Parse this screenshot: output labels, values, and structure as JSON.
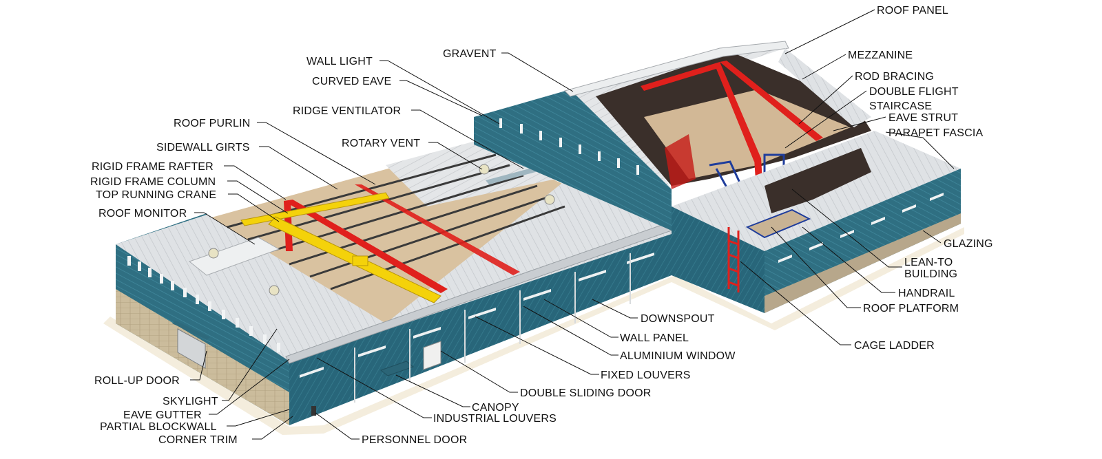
{
  "labels": {
    "roof_panel": "ROOF PANEL",
    "mezzanine": "MEZZANINE",
    "rod_bracing": "ROD BRACING",
    "double_flight": "DOUBLE FLIGHT",
    "staircase": "STAIRCASE",
    "eave_strut": "EAVE STRUT",
    "parapet_fascia": "PARAPET FASCIA",
    "glazing": "GLAZING",
    "lean_to_line1": "LEAN-TO",
    "lean_to_line2": "BUILDING",
    "handrail": "HANDRAIL",
    "roof_platform": "ROOF PLATFORM",
    "cage_ladder": "CAGE LADDER",
    "gravent": "GRAVENT",
    "wall_light": "WALL LIGHT",
    "curved_eave": "CURVED EAVE",
    "ridge_ventilator": "RIDGE VENTILATOR",
    "roof_purlin": "ROOF PURLIN",
    "rotary_vent": "ROTARY VENT",
    "sidewall_girts": "SIDEWALL GIRTS",
    "rigid_frame_rafter": "RIGID FRAME RAFTER",
    "rigid_frame_column": "RIGID FRAME COLUMN",
    "top_running_crane": "TOP RUNNING CRANE",
    "roof_monitor": "ROOF MONITOR",
    "downspout": "DOWNSPOUT",
    "wall_panel": "WALL PANEL",
    "aluminium_window": "ALUMINIUM WINDOW",
    "fixed_louvers": "FIXED LOUVERS",
    "double_sliding_door": "DOUBLE SLIDING DOOR",
    "canopy": "CANOPY",
    "industrial_louvers": "INDUSTRIAL LOUVERS",
    "personnel_door": "PERSONNEL DOOR",
    "roll_up_door": "ROLL-UP DOOR",
    "skylight": "SKYLIGHT",
    "eave_gutter": "EAVE GUTTER",
    "partial_blockwall": "PARTIAL BLOCKWALL",
    "corner_trim": "CORNER TRIM"
  },
  "colors": {
    "wall_teal": "#2f6f82",
    "wall_teal_dark": "#24596a",
    "roof_grey": "#d9dcdf",
    "frame_red": "#e0201c",
    "crane_yellow": "#f4d20a",
    "stair_blue": "#1f3d9c",
    "floor_tan": "#d9c2a0",
    "blockwall": "#c9b99a"
  }
}
